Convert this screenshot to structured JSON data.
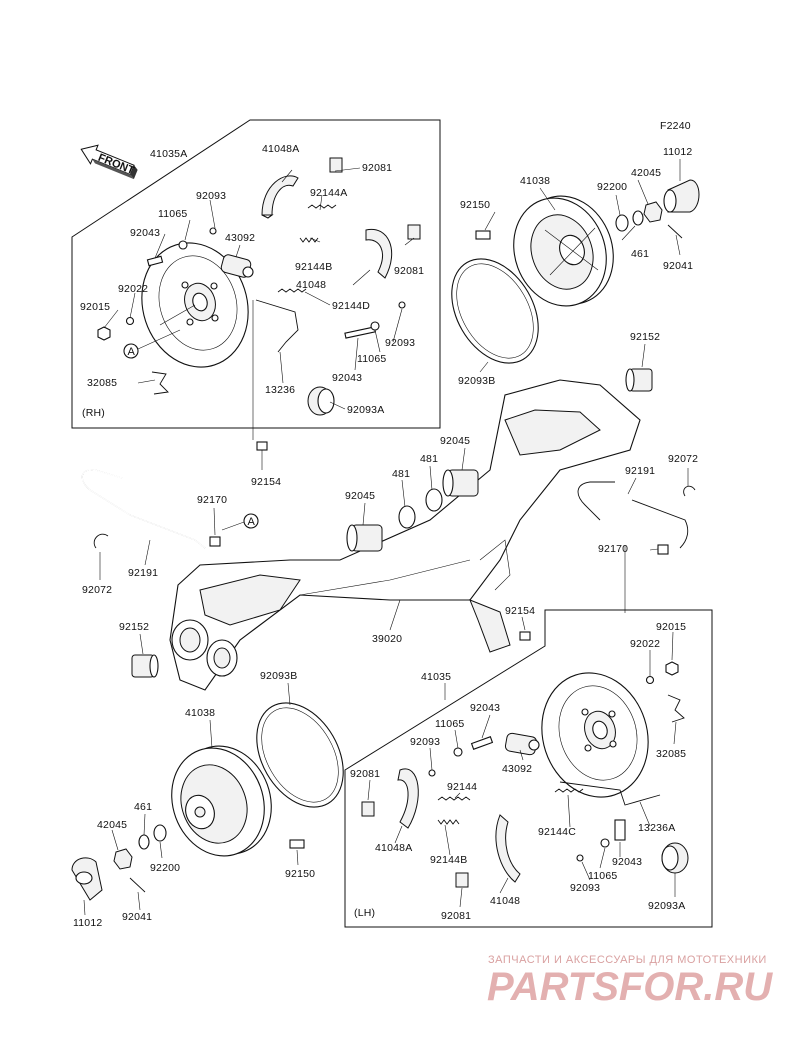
{
  "figure_code": "F2240",
  "front_label": "FRONT",
  "rh_label": "(RH)",
  "lh_label": "(LH)",
  "ref_marker": "A",
  "watermark": {
    "line1": "ЗАПЧАСТИ И АКСЕССУАРЫ ДЛЯ МОТОТЕХНИКИ",
    "line2": "PARTSFOR.RU"
  },
  "parts": {
    "p41035A": "41035A",
    "p41048A_rh": "41048A",
    "p92081_rh_top": "92081",
    "p92093_rh_a": "92093",
    "p92144A": "92144A",
    "p11065_rh_a": "11065",
    "p43092_rh": "43092",
    "p92043_rh_a": "92043",
    "p92144B_rh": "92144B",
    "p92081_rh_b": "92081",
    "p41048_rh": "41048",
    "p92022_rh": "92022",
    "p92144D": "92144D",
    "p92015_rh": "92015",
    "p92093_rh_b": "92093",
    "p11065_rh_b": "11065",
    "p92043_rh_b": "92043",
    "p32085_rh": "32085",
    "p13236": "13236",
    "p92093A_rh": "92093A",
    "p92154_rh": "92154",
    "p41038_top": "41038",
    "p92150_top": "92150",
    "p92200_top": "92200",
    "p42045_top": "42045",
    "p11012_top": "11012",
    "p461_top": "461",
    "p92041_top": "92041",
    "p92093B_top": "92093B",
    "p92152_top": "92152",
    "p92045_a": "92045",
    "p481_a": "481",
    "p481_b": "481",
    "p92045_b": "92045",
    "p92170_l": "92170",
    "p92191_l": "92191",
    "p92072_l": "92072",
    "p92191_r": "92191",
    "p92072_r": "92072",
    "p92170_r": "92170",
    "p92154_lh": "92154",
    "p92152_bot": "92152",
    "p39020": "39020",
    "p92093B_bot": "92093B",
    "p41038_bot": "41038",
    "p461_bot": "461",
    "p42045_bot": "42045",
    "p92200_bot": "92200",
    "p11012_bot": "11012",
    "p92041_bot": "92041",
    "p92150_bot": "92150",
    "p41035": "41035",
    "p92043_lh_a": "92043",
    "p11065_lh_a": "11065",
    "p92093_lh_a": "92093",
    "p43092_lh": "43092",
    "p92081_lh_a": "92081",
    "p92144": "92144",
    "p41048A_lh": "41048A",
    "p92144B_lh": "92144B",
    "p92144C": "92144C",
    "p92093_lh_b": "92093",
    "p11065_lh_b": "11065",
    "p92043_lh_b": "92043",
    "p92081_lh_b": "92081",
    "p41048_lh": "41048",
    "p92015_lh": "92015",
    "p92022_lh": "92022",
    "p32085_lh": "32085",
    "p13236A": "13236A",
    "p92093A_lh": "92093A"
  }
}
